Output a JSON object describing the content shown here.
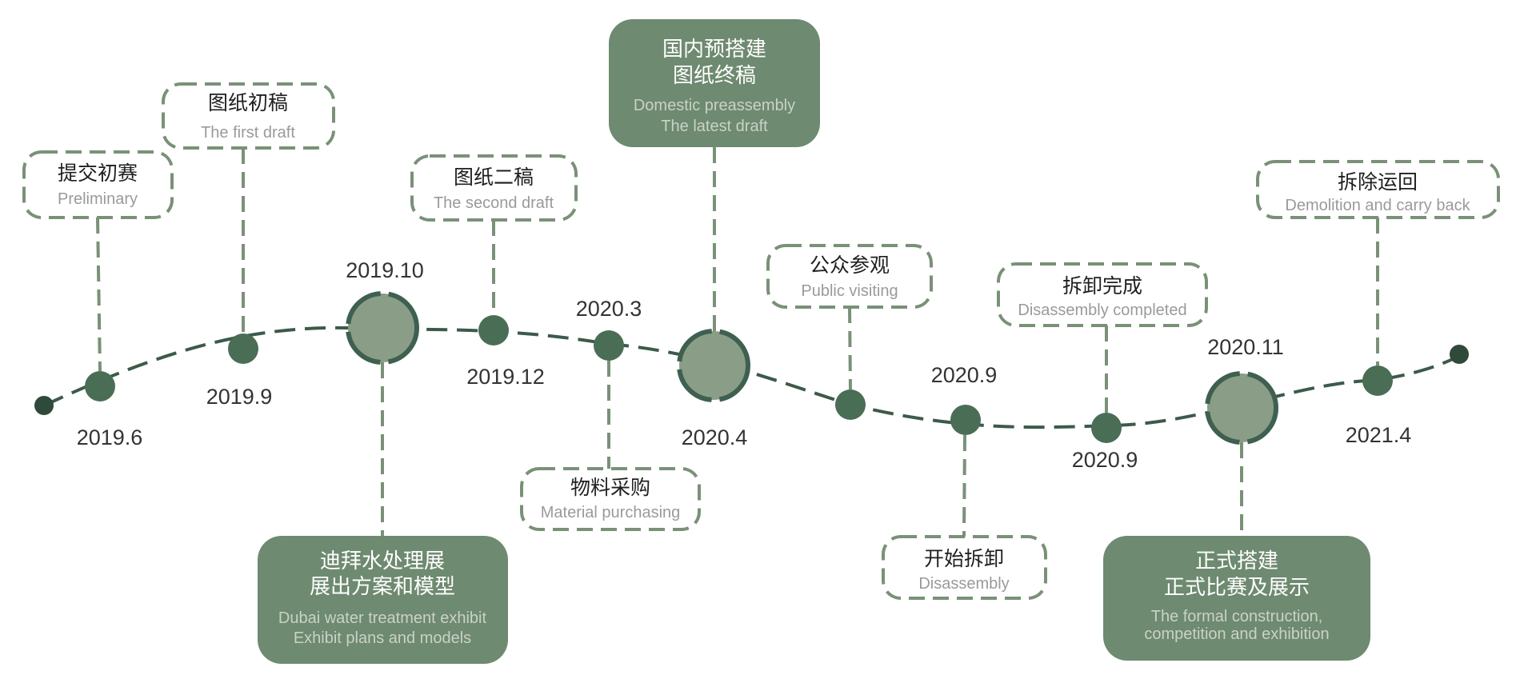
{
  "colors": {
    "line": "#3c5a49",
    "dot": "#4a6d55",
    "dot_end": "#2f4a3a",
    "big_fill": "#8a9e87",
    "big_ring": "#3f6050",
    "box_border": "#7a9178",
    "box_fill": "#ffffff",
    "filled_box": "#6e8a70",
    "text_dark": "#1f1f1f",
    "text_light": "#9a9a9a",
    "text_on_filled": "#ffffff",
    "text_on_filled_light": "#c9d2c7",
    "date_text": "#333333"
  },
  "milestones": [
    {
      "date": "2019.6",
      "title": "提交初赛",
      "subtitle": "Preliminary"
    },
    {
      "date": "2019.9",
      "title": "图纸初稿",
      "subtitle": "The first draft"
    },
    {
      "date": "2019.10",
      "title_lines": [
        "迪拜水处理展",
        "展出方案和模型"
      ],
      "subtitle_lines": [
        "Dubai water treatment exhibit",
        "Exhibit plans and models"
      ]
    },
    {
      "date": "2019.12",
      "title": "图纸二稿",
      "subtitle": "The second draft"
    },
    {
      "date": "2020.3",
      "title": "物料采购",
      "subtitle": "Material purchasing"
    },
    {
      "date": "2020.4",
      "title_lines": [
        "国内预搭建",
        "图纸终稿"
      ],
      "subtitle_lines": [
        "Domestic preassembly",
        "The latest draft"
      ]
    },
    {
      "date": "",
      "title": "公众参观",
      "subtitle": "Public visiting"
    },
    {
      "date": "2020.9",
      "title": "开始拆卸",
      "subtitle": "Disassembly"
    },
    {
      "date": "2020.9",
      "title": "拆卸完成",
      "subtitle": "Disassembly completed"
    },
    {
      "date": "2020.11",
      "title_lines": [
        "正式搭建",
        "正式比赛及展示"
      ],
      "subtitle_lines": [
        "The formal construction,",
        "competition and exhibition"
      ]
    },
    {
      "date": "2021.4",
      "title": "拆除运回",
      "subtitle": "Demolition and carry back"
    }
  ]
}
